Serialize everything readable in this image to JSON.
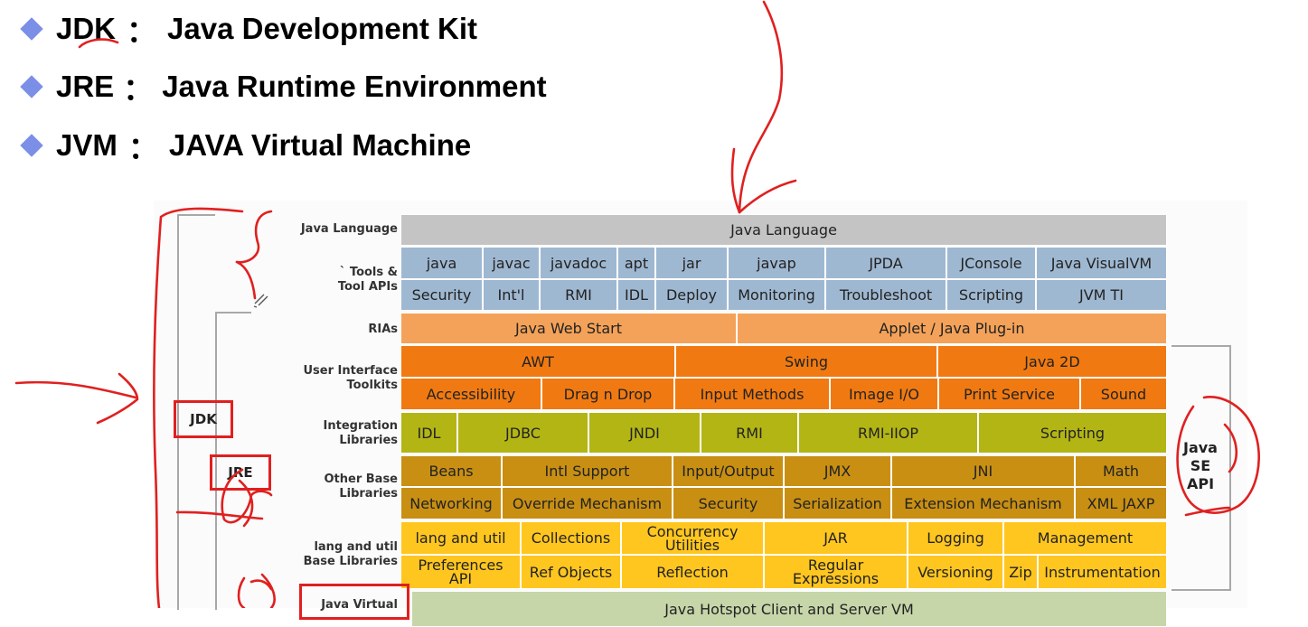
{
  "bullets": [
    {
      "abbr": "JDK",
      "sep": "：",
      "full": "Java Development Kit"
    },
    {
      "abbr": "JRE",
      "sep": "：",
      "full": "Java Runtime Environment"
    },
    {
      "abbr": "JVM",
      "sep": "：",
      "full": "JAVA Virtual Machine"
    }
  ],
  "labels": {
    "java_language": "Java Language",
    "tools": "` Tools &\nTool APIs",
    "rias": "RIAs",
    "ui": "User Interface\nToolkits",
    "integration": "Integration\nLibraries",
    "other_base": "Other Base\nLibraries",
    "lang_util": "lang and util\nBase Libraries",
    "jvm": "Java Virtual"
  },
  "rows": {
    "java_language": "Java Language",
    "tools1": [
      "java",
      "javac",
      "javadoc",
      "apt",
      "jar",
      "javap",
      "JPDA",
      "JConsole",
      "Java VisualVM"
    ],
    "tools2": [
      "Security",
      "Int'l",
      "RMI",
      "IDL",
      "Deploy",
      "Monitoring",
      "Troubleshoot",
      "Scripting",
      "JVM TI"
    ],
    "rias": [
      "Java Web Start",
      "Applet / Java Plug-in"
    ],
    "ui1": [
      "AWT",
      "Swing",
      "Java 2D"
    ],
    "ui2": [
      "Accessibility",
      "Drag n Drop",
      "Input Methods",
      "Image I/O",
      "Print Service",
      "Sound"
    ],
    "integration": [
      "IDL",
      "JDBC",
      "JNDI",
      "RMI",
      "RMI-IIOP",
      "Scripting"
    ],
    "other1": [
      "Beans",
      "Intl Support",
      "Input/Output",
      "JMX",
      "JNI",
      "Math"
    ],
    "other2": [
      "Networking",
      "Override Mechanism",
      "Security",
      "Serialization",
      "Extension Mechanism",
      "XML JAXP"
    ],
    "lang1": [
      "lang and util",
      "Collections",
      "Concurrency\nUtilities",
      "JAR",
      "Logging",
      "Management"
    ],
    "lang2": [
      "Preferences\nAPI",
      "Ref Objects",
      "Reflection",
      "Regular\nExpressions",
      "Versioning",
      "Zip",
      "Instrumentation"
    ],
    "jvm": "Java Hotspot Client and Server VM"
  },
  "boxes": {
    "jdk": "JDK",
    "jre": "JRE",
    "api": "Java\nSE\nAPI"
  },
  "colors": {
    "java_language": "#c4c4c4",
    "tools": "#9fb8d1",
    "rias": "#f4a259",
    "ui": "#f07a11",
    "integration": "#b3b515",
    "other": "#c88f13",
    "lang": "#ffc61f",
    "jvm": "#c6d6a9",
    "annotation": "#e02020",
    "bullet_diamond": "#7b8fe6"
  }
}
